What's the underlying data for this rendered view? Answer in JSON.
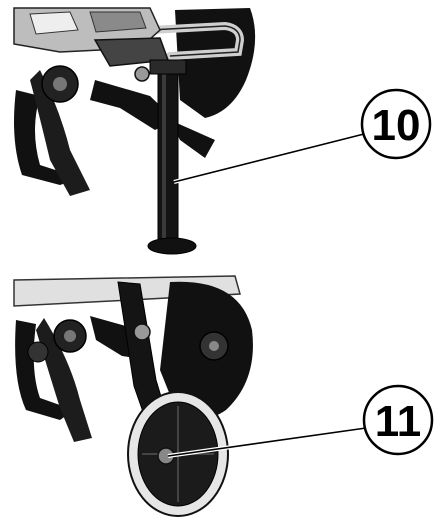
{
  "callouts": [
    {
      "label": "10",
      "part": "support-stand"
    },
    {
      "label": "11",
      "part": "transport-wheel"
    }
  ],
  "colors": {
    "ink": "#000000",
    "dark": "#1a1a1a",
    "mid": "#555555",
    "light": "#d9d9d9",
    "paper": "#ffffff"
  }
}
